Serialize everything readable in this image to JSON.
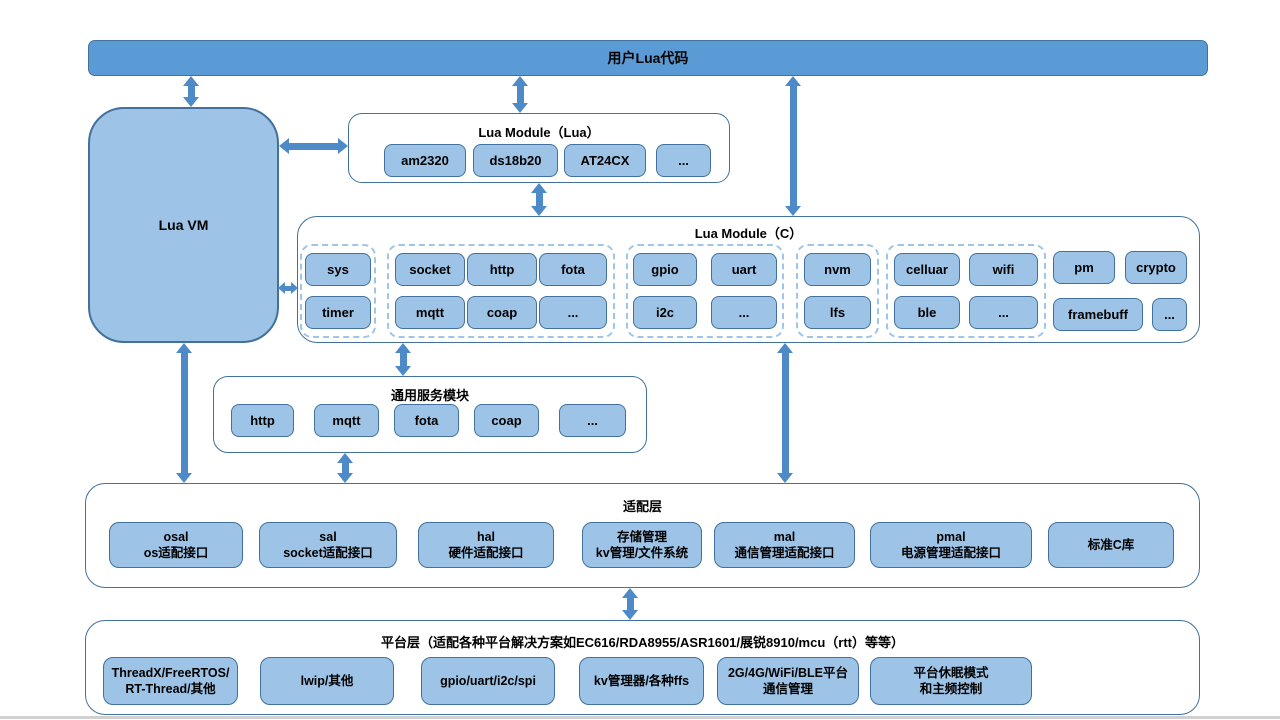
{
  "colors": {
    "c-bar": "#5B9BD5",
    "c-chip": "#9DC3E6",
    "c-border": "#41719C",
    "c-dash": "#9FC5E8",
    "c-arrow": "#4E8AC8",
    "c-text": "#000000",
    "c-edge": "#D0D0D0"
  },
  "top_bar": {
    "label": "用户Lua代码"
  },
  "lua_vm": {
    "label": "Lua VM"
  },
  "module_lua": {
    "title": "Lua Module（Lua）",
    "chips": [
      "am2320",
      "ds18b20",
      "AT24CX",
      "..."
    ]
  },
  "module_c": {
    "title": "Lua Module（C）",
    "groups": [
      {
        "row1": [
          "sys"
        ],
        "row2": [
          "timer"
        ]
      },
      {
        "row1": [
          "socket",
          "http",
          "fota"
        ],
        "row2": [
          "mqtt",
          "coap",
          "..."
        ]
      },
      {
        "row1": [
          "gpio",
          "uart"
        ],
        "row2": [
          "i2c",
          "..."
        ]
      },
      {
        "row1": [
          "nvm"
        ],
        "row2": [
          "lfs"
        ]
      },
      {
        "row1": [
          "celluar",
          "wifi"
        ],
        "row2": [
          "ble",
          "..."
        ]
      },
      {
        "row1": [
          "pm",
          "crypto"
        ],
        "row2": [
          "framebuff",
          "..."
        ]
      }
    ]
  },
  "common_services": {
    "title": "通用服务模块",
    "chips": [
      "http",
      "mqtt",
      "fota",
      "coap",
      "..."
    ]
  },
  "adapter_layer": {
    "title": "适配层",
    "boxes": [
      {
        "line1": "osal",
        "line2": "os适配接口"
      },
      {
        "line1": "sal",
        "line2": "socket适配接口"
      },
      {
        "line1": "hal",
        "line2": "硬件适配接口"
      },
      {
        "line1": "存储管理",
        "line2": "kv管理/文件系统"
      },
      {
        "line1": "mal",
        "line2": "通信管理适配接口"
      },
      {
        "line1": "pmal",
        "line2": "电源管理适配接口"
      },
      {
        "line1": "标准C库",
        "line2": ""
      }
    ]
  },
  "platform_layer": {
    "title": "平台层（适配各种平台解决方案如EC616/RDA8955/ASR1601/展锐8910/mcu（rtt）等等）",
    "boxes": [
      {
        "line1": "ThreadX/FreeRTOS/RT-Thread/其他",
        "line2": ""
      },
      {
        "line1": "lwip/其他",
        "line2": ""
      },
      {
        "line1": "gpio/uart/i2c/spi",
        "line2": ""
      },
      {
        "line1": "kv管理器/各种ffs",
        "line2": ""
      },
      {
        "line1": "2G/4G/WiFi/BLE平台通信管理",
        "line2": ""
      },
      {
        "line1": "平台休眠模式",
        "line2": "和主频控制"
      }
    ]
  }
}
